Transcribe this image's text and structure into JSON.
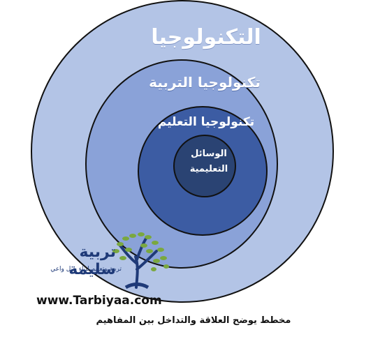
{
  "diagram": {
    "rings": [
      {
        "label": "التكنولوجيا",
        "fill": "#b3c4e6",
        "text_color": "#ffffff"
      },
      {
        "label": "تكنولوجيا التربية",
        "fill": "#8aa2d8",
        "text_color": "#ffffff"
      },
      {
        "label": "تكنولوجيا التعليم",
        "fill": "#3c5ca3",
        "text_color": "#ffffff"
      },
      {
        "label": "الوسائل التعليمية",
        "fill": "#2a4373",
        "text_color": "#ffffff"
      }
    ]
  },
  "watermark": {
    "brand": "تربية سليمة",
    "tagline": "تربية وتعليم لبناء جيل واعي",
    "url": "www.Tarbiyaa.com",
    "brand_color": "#1f3a78",
    "icon": "tree-reading-child-icon"
  },
  "caption": "مخطط يوضح العلاقة والتداخل بين المفاهيم"
}
